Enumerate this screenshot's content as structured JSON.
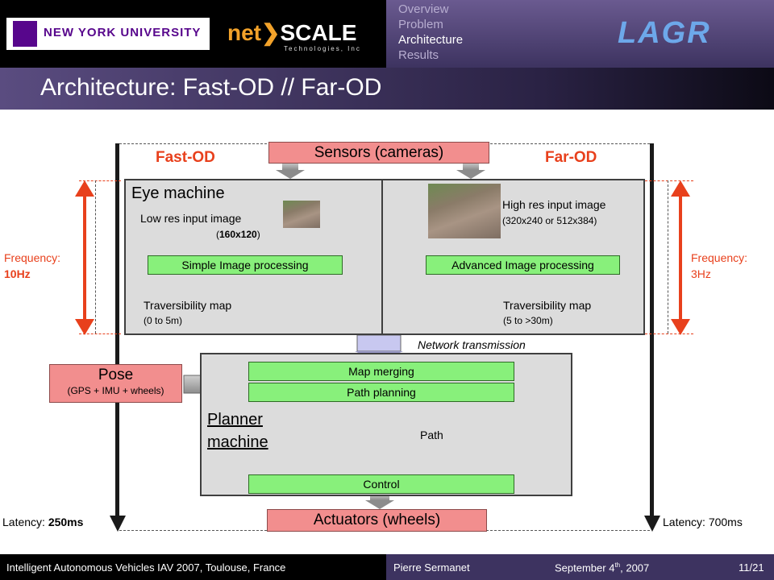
{
  "header": {
    "nyu": "NEW YORK UNIVERSITY",
    "netscale_a": "net",
    "netscale_b": "SCALE",
    "netscale_sub": "Technologies, Inc",
    "menu": [
      "Overview",
      "Problem",
      "Architecture",
      "Results"
    ],
    "lagr": "LAGR",
    "title": "Architecture: Fast-OD // Far-OD"
  },
  "diagram": {
    "sensors": "Sensors (cameras)",
    "fast_od": "Fast-OD",
    "far_od": "Far-OD",
    "eye_machine": "Eye machine",
    "low_res_label": "Low res input image",
    "low_res_size_open": "(",
    "low_res_size": "160x120",
    "low_res_size_close": ")",
    "high_res_label": "High res input image",
    "high_res_size": "(320x240 or 512x384)",
    "simple_proc": "Simple Image processing",
    "advanced_proc": "Advanced Image processing",
    "trav_map": "Traversibility map",
    "trav_fast_range": "(0 to 5m)",
    "trav_far_range": "(5 to >30m)",
    "freq_label": "Frequency:",
    "freq_fast": "10Hz",
    "freq_far": "3Hz",
    "network": "Network transmission",
    "pose": "Pose",
    "pose_sub": "(GPS + IMU + wheels)",
    "map_merging": "Map merging",
    "path_planning": "Path planning",
    "planner_1": "Planner",
    "planner_2": "machine",
    "path": "Path",
    "control": "Control",
    "actuators": "Actuators (wheels)",
    "latency_label": "Latency:",
    "latency_fast": "250ms",
    "latency_far": "700ms"
  },
  "footer": {
    "conference": "Intelligent Autonomous  Vehicles IAV 2007,  Toulouse,  France",
    "author": "Pierre Sermanet",
    "date_a": "September  4",
    "date_sup": "th",
    "date_b": ", 2007",
    "page": "11/21"
  },
  "colors": {
    "accent_red": "#e8401c",
    "box_green": "#88f07b",
    "box_pink": "#f28e8e",
    "arrow_grey": "#a8a8a8",
    "network_lavender": "#c8c8f0",
    "menu_purple": "#3d3360"
  }
}
